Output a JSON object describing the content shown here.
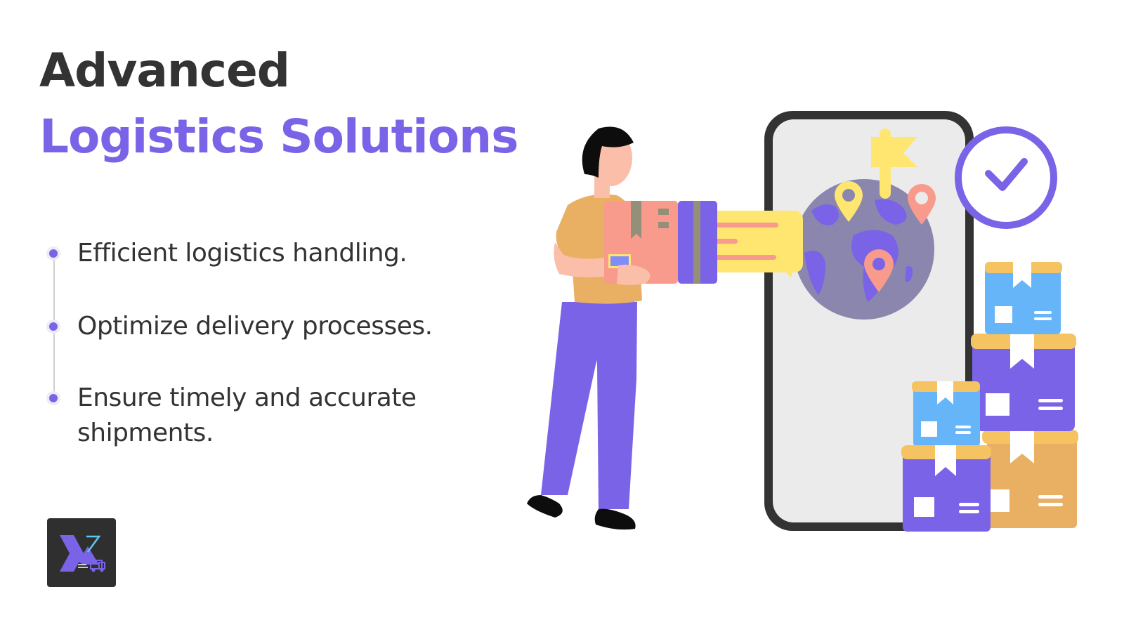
{
  "header": {
    "title_line1": "Advanced",
    "title_line2": "Logistics Solutions"
  },
  "features": [
    {
      "text": "Efficient logistics handling."
    },
    {
      "text": "Optimize delivery processes."
    },
    {
      "text": "Ensure timely and accurate shipments."
    }
  ],
  "logo": {
    "icon": "x-truck-logo"
  },
  "illustration": {
    "icons": [
      "person-carrying-box-icon",
      "phone-icon",
      "globe-icon",
      "location-pin-icon",
      "flag-icon",
      "chat-bubble-icon",
      "check-circle-icon",
      "package-boxes-icon"
    ]
  },
  "colors": {
    "accent": "#7b63e8",
    "dark_text": "#333333",
    "yellow": "#ffe670",
    "salmon": "#f89b8c",
    "orange": "#e9b064",
    "blue": "#66b5f8",
    "globe": "#8a86ad",
    "phone_screen": "#ebebeb"
  }
}
